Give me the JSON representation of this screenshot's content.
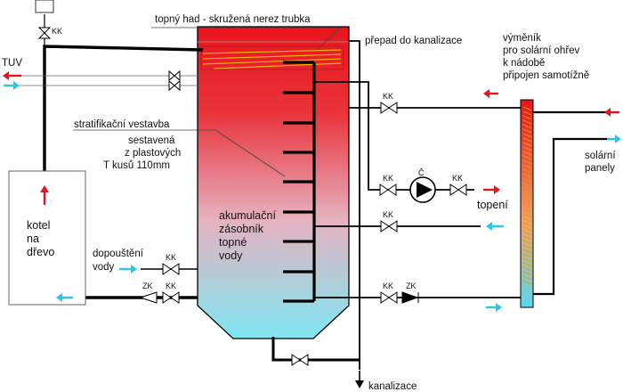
{
  "colors": {
    "tank_top": "#e8141c",
    "tank_bottom": "#7fe6f2",
    "pipe": "#000000",
    "hot_arrow": "#e8141c",
    "cold_arrow": "#29c6e6",
    "coil": "#f2c200"
  },
  "labels": {
    "coil_title": "topný had - skružená nerez trubka",
    "overflow": "přepad do kanalizace",
    "exchanger": [
      "výměník",
      "pro solární ohřev",
      "k nádobě",
      "připojen samotížně"
    ],
    "tuv": "TUV",
    "stratification": [
      "stratifikační vestavba",
      "sestavená",
      "z plastových",
      "T kusů 110mm"
    ],
    "tank": [
      "akumulační",
      "zásobník",
      "topné",
      "vody"
    ],
    "boiler": [
      "kotel",
      "na",
      "dřevo"
    ],
    "refill": [
      "dopouštění",
      "vody"
    ],
    "heating": "topení",
    "solar": [
      "solární",
      "panely"
    ],
    "drain": "kanalizace",
    "pump": "Č"
  },
  "valve_labels": {
    "top_left": "KK",
    "tank_right_upper": "KK",
    "pump_left": "KK",
    "pump_right": "KK",
    "tank_right_middle": "KK",
    "refill": "KK",
    "return_zk": "ZK",
    "return_kk": "KK",
    "solar_kk": "KK",
    "solar_zk": "ZK"
  }
}
